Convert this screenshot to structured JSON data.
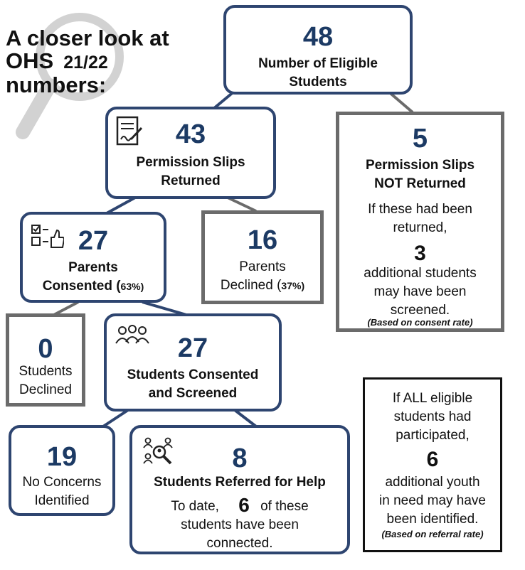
{
  "title": {
    "line1": "A closer look at",
    "line2": "OHS",
    "year": "21/22",
    "line3": "numbers:"
  },
  "eligible": {
    "number": "48",
    "label1": "Number of Eligible",
    "label2": "Students"
  },
  "slips_returned": {
    "number": "43",
    "label1": "Permission Slips",
    "label2": "Returned"
  },
  "slips_not_returned": {
    "number": "5",
    "label1": "Permission Slips",
    "label2": "NOT Returned",
    "note1": "If these had been",
    "note2": "returned,",
    "extra": "3",
    "note3": "additional students",
    "note4": "may have been",
    "note5": "screened.",
    "basis": "(Based on consent rate)"
  },
  "parents_consented": {
    "number": "27",
    "label1": "Parents",
    "label2": "Consented (",
    "pct": "63%)"
  },
  "parents_declined": {
    "number": "16",
    "label1": "Parents",
    "label2": "Declined (",
    "pct": "37%)"
  },
  "students_declined": {
    "number": "0",
    "label1": "Students",
    "label2": "Declined"
  },
  "screened": {
    "number": "27",
    "label1": "Students Consented",
    "label2": "and Screened"
  },
  "no_concerns": {
    "number": "19",
    "label1": "No Concerns",
    "label2": "Identified"
  },
  "referred": {
    "number": "8",
    "label": "Students Referred for Help",
    "todate": "To date,",
    "connected_num": "6",
    "of_these": "of these",
    "line2": "students have been",
    "line3": "connected."
  },
  "all_eligible": {
    "line1": "If ALL eligible",
    "line2": "students had",
    "line3": "participated,",
    "number": "6",
    "line4": "additional youth",
    "line5": "in need may have",
    "line6": "been identified.",
    "basis": "(Based on referral rate)"
  },
  "colors": {
    "navy": "#2e4570",
    "number_blue": "#1c3a64",
    "gray": "#6b6b6b",
    "magnifier": "#cfcfcf"
  },
  "icons": [
    "magnifying-glass-icon",
    "document-signature-icon",
    "checklist-thumbs-up-icon",
    "people-group-icon",
    "people-search-icon"
  ]
}
